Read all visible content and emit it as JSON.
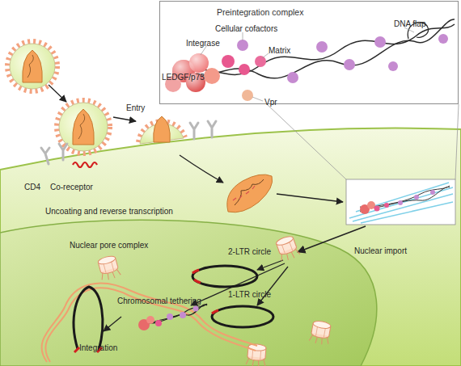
{
  "diagram": {
    "nodes": [
      {
        "text": [
          "Preintegration complex"
        ]
      }
    ],
    "labels": [
      "DNA flap",
      "Cellular cofactors",
      "Integrase",
      "Matrix",
      "LEDGF/p75",
      "Vpr",
      "Entry",
      "CD4",
      "Co-receptor",
      "Uncoating and reverse transcription",
      "Nuclear pore complex",
      "2-LTR circle",
      "Nuclear import",
      "Chromosomal tethering",
      "1-LTR circle",
      "Integration"
    ]
  }
}
